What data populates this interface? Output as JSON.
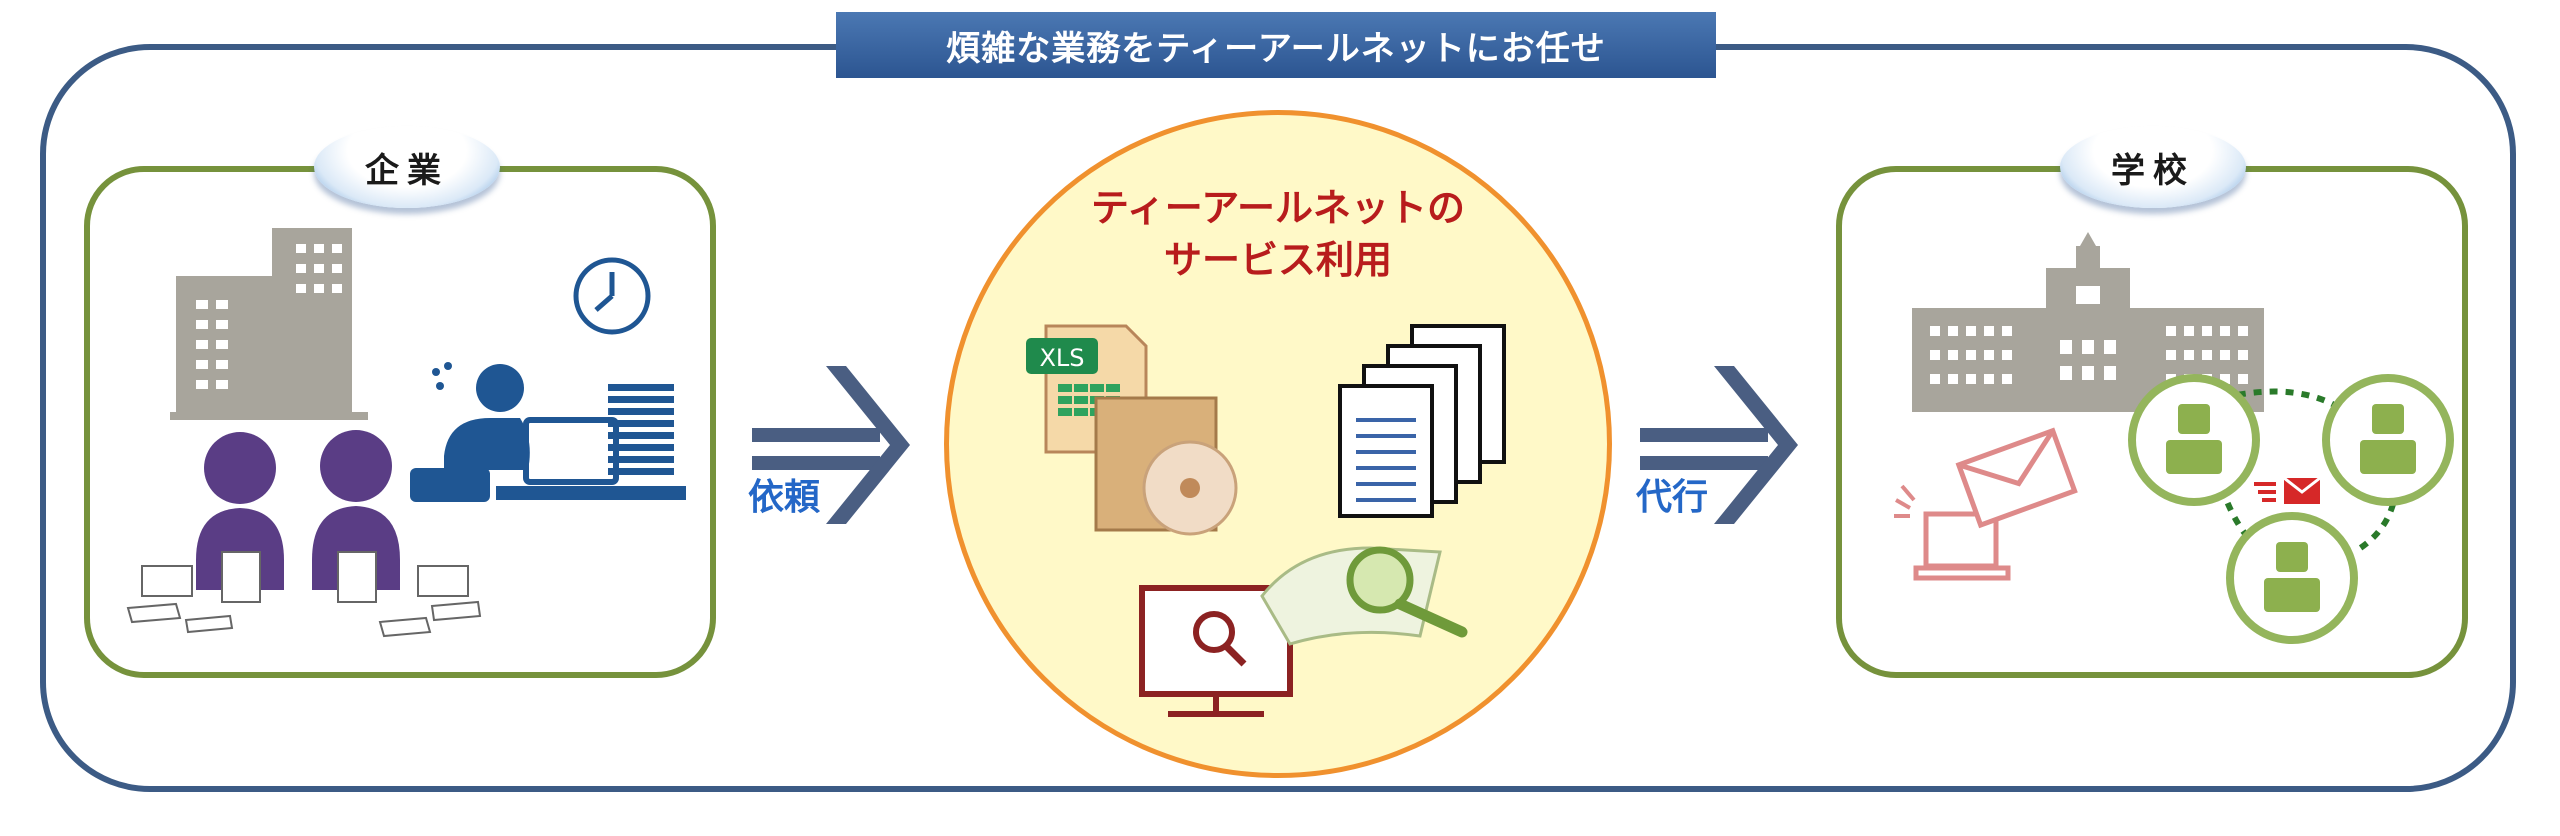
{
  "banner": {
    "title": "煩雑な業務をティーアールネットにお任せ"
  },
  "left_panel": {
    "label": "企業"
  },
  "right_panel": {
    "label": "学校"
  },
  "center": {
    "title_line1": "ティーアールネットの",
    "title_line2": "サービス利用",
    "xls_label": "XLS"
  },
  "arrows": {
    "request_label": "依頼",
    "proxy_label": "代行"
  },
  "colors": {
    "frame": "#3c5b85",
    "panel_border": "#76923c",
    "circle_fill": "#fff9c8",
    "circle_border": "#f0912e",
    "title_red": "#b81c1c",
    "label_blue": "#2467c7",
    "building_gray": "#a8a59c",
    "worker_purple": "#5a3d85",
    "worker_blue": "#1f5693",
    "icon_red": "#8c2222",
    "person_green": "#8db04e"
  },
  "icons": [
    "office-building-icon",
    "clock-icon",
    "stressed-worker-icon",
    "paperwork-workers-icon",
    "xls-file-icon",
    "cd-disc-icon",
    "documents-stack-icon",
    "monitor-search-icon",
    "book-magnifier-icon",
    "school-building-icon",
    "laptop-mail-icon",
    "network-people-icon"
  ]
}
